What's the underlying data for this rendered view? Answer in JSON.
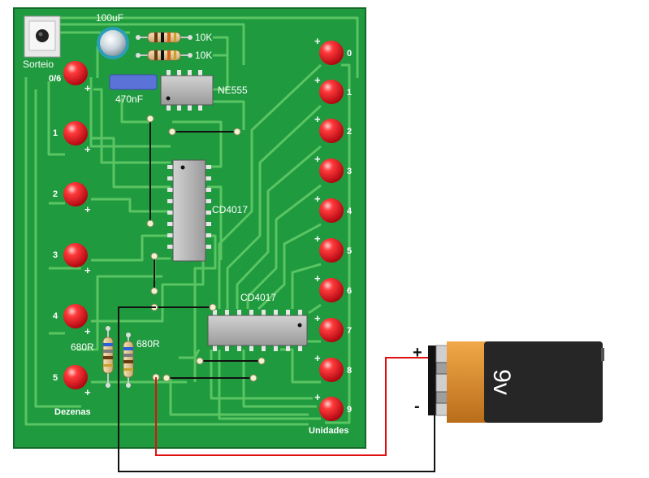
{
  "components": {
    "button_label": "Sorteio",
    "capacitor_electrolytic": "100uF",
    "capacitor_ceramic": "470nF",
    "resistor_top": "10K",
    "resistor_bottom": "10K",
    "timer_chip": "NE555",
    "counter_chip_1": "CD4017",
    "counter_chip_2": "CD4017",
    "resistor_left_1": "680R",
    "resistor_left_2": "680R"
  },
  "leds": {
    "tens_labels": [
      "0/6",
      "1",
      "2",
      "3",
      "4",
      "5"
    ],
    "units_labels": [
      "0",
      "1",
      "2",
      "3",
      "4",
      "5",
      "6",
      "7",
      "8",
      "9"
    ],
    "plus_symbol": "+",
    "tens_caption": "Dezenas",
    "units_caption": "Unidades"
  },
  "battery": {
    "voltage_label": "9v",
    "positive_terminal": "+",
    "negative_terminal": "-"
  },
  "colors": {
    "board": "#1f9a3f",
    "board_edge": "#146a2a",
    "trace": "#5bc463",
    "led": "#e8202a",
    "wire_red": "#e01010",
    "wire_black": "#111111",
    "battery_orange": "#d9872a",
    "battery_black": "#222222"
  }
}
